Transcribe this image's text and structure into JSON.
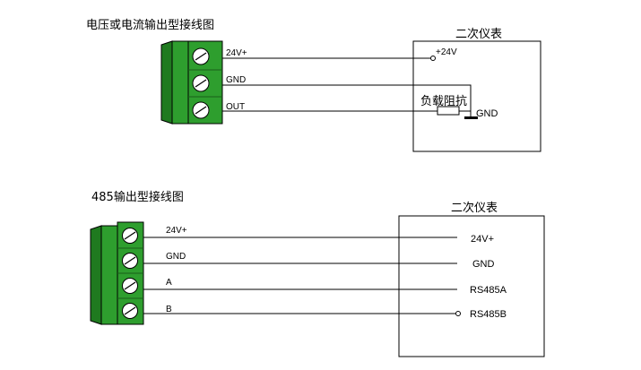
{
  "colors": {
    "terminal_green": "#2e9e2e",
    "terminal_dark": "#1f7a1f",
    "screw_face": "#ffffff",
    "line": "#000000"
  },
  "analog": {
    "title": "电压或电流输出型接线图",
    "instrument_title": "二次仪表",
    "terminals": [
      "24V+",
      "GND",
      "OUT"
    ],
    "instrument_supply_label": "+24V",
    "load_label": "负载阻抗",
    "ground_label": "GND"
  },
  "rs485": {
    "title": "485输出型接线图",
    "instrument_title": "二次仪表",
    "terminals": [
      "24V+",
      "GND",
      "A",
      "B"
    ],
    "instrument_ports": [
      "24V+",
      "GND",
      "RS485A",
      "RS485B"
    ]
  }
}
